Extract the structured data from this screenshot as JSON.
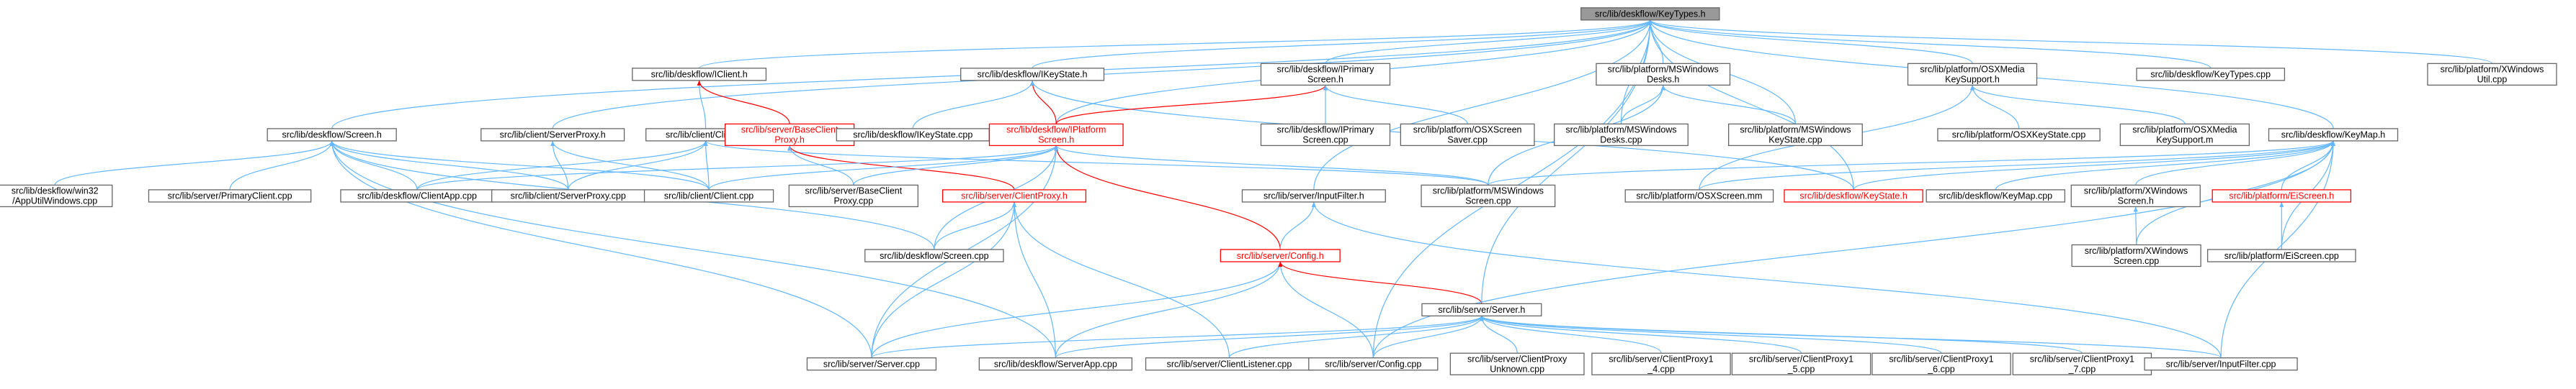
{
  "root": "k",
  "nodes": [
    {
      "id": "k",
      "lines": [
        "src/lib/deskflow/KeyTypes.h"
      ],
      "style": "root"
    },
    {
      "id": "scr",
      "lines": [
        "src/lib/deskflow/Screen.h"
      ],
      "style": "normal"
    },
    {
      "id": "icl",
      "lines": [
        "src/lib/deskflow/IClient.h"
      ],
      "style": "normal"
    },
    {
      "id": "iks",
      "lines": [
        "src/lib/deskflow/IKeyState.h"
      ],
      "style": "normal"
    },
    {
      "id": "ips",
      "lines": [
        "src/lib/deskflow/IPrimary",
        "Screen.h"
      ],
      "style": "normal"
    },
    {
      "id": "msd",
      "lines": [
        "src/lib/platform/MSWindows",
        "Desks.h"
      ],
      "style": "normal"
    },
    {
      "id": "osxm",
      "lines": [
        "src/lib/platform/OSXMedia",
        "KeySupport.h"
      ],
      "style": "normal"
    },
    {
      "id": "ktcpp",
      "lines": [
        "src/lib/deskflow/KeyTypes.cpp"
      ],
      "style": "normal"
    },
    {
      "id": "xwu",
      "lines": [
        "src/lib/platform/XWindows",
        "Util.cpp"
      ],
      "style": "normal"
    },
    {
      "id": "csp",
      "lines": [
        "src/lib/client/ServerProxy.h"
      ],
      "style": "normal"
    },
    {
      "id": "cch",
      "lines": [
        "src/lib/client/Client.h"
      ],
      "style": "normal"
    },
    {
      "id": "sbcp",
      "lines": [
        "src/lib/server/BaseClient",
        "Proxy.h"
      ],
      "style": "red"
    },
    {
      "id": "iksc",
      "lines": [
        "src/lib/deskflow/IKeyState.cpp"
      ],
      "style": "normal"
    },
    {
      "id": "ipl",
      "lines": [
        "src/lib/deskflow/IPlatform",
        "Screen.h"
      ],
      "style": "red"
    },
    {
      "id": "ipsc",
      "lines": [
        "src/lib/deskflow/IPrimary",
        "Screen.cpp"
      ],
      "style": "normal"
    },
    {
      "id": "osss",
      "lines": [
        "src/lib/platform/OSXScreen",
        "Saver.cpp"
      ],
      "style": "normal"
    },
    {
      "id": "msdc",
      "lines": [
        "src/lib/platform/MSWindows",
        "Desks.cpp"
      ],
      "style": "normal"
    },
    {
      "id": "mskc",
      "lines": [
        "src/lib/platform/MSWindows",
        "KeyState.cpp"
      ],
      "style": "normal"
    },
    {
      "id": "osxks",
      "lines": [
        "src/lib/platform/OSXKeyState.cpp"
      ],
      "style": "normal"
    },
    {
      "id": "osxmm",
      "lines": [
        "src/lib/platform/OSXMedia",
        "KeySupport.m"
      ],
      "style": "normal"
    },
    {
      "id": "kmh",
      "lines": [
        "src/lib/deskflow/KeyMap.h"
      ],
      "style": "normal"
    },
    {
      "id": "w32",
      "lines": [
        "src/lib/deskflow/win32",
        "/AppUtilWindows.cpp"
      ],
      "style": "normal"
    },
    {
      "id": "spc",
      "lines": [
        "src/lib/server/PrimaryClient.cpp"
      ],
      "style": "normal"
    },
    {
      "id": "cac",
      "lines": [
        "src/lib/deskflow/ClientApp.cpp"
      ],
      "style": "normal"
    },
    {
      "id": "cspc",
      "lines": [
        "src/lib/client/ServerProxy.cpp"
      ],
      "style": "normal"
    },
    {
      "id": "ccc",
      "lines": [
        "src/lib/client/Client.cpp"
      ],
      "style": "normal"
    },
    {
      "id": "sbcpc",
      "lines": [
        "src/lib/server/BaseClient",
        "Proxy.cpp"
      ],
      "style": "normal"
    },
    {
      "id": "scp",
      "lines": [
        "src/lib/server/ClientProxy.h"
      ],
      "style": "red"
    },
    {
      "id": "sif",
      "lines": [
        "src/lib/server/InputFilter.h"
      ],
      "style": "normal"
    },
    {
      "id": "mssc",
      "lines": [
        "src/lib/platform/MSWindows",
        "Screen.cpp"
      ],
      "style": "normal"
    },
    {
      "id": "osxs",
      "lines": [
        "src/lib/platform/OSXScreen.mm"
      ],
      "style": "normal"
    },
    {
      "id": "dks",
      "lines": [
        "src/lib/deskflow/KeyState.h"
      ],
      "style": "red"
    },
    {
      "id": "kmc",
      "lines": [
        "src/lib/deskflow/KeyMap.cpp"
      ],
      "style": "normal"
    },
    {
      "id": "xws",
      "lines": [
        "src/lib/platform/XWindows",
        "Screen.h"
      ],
      "style": "normal"
    },
    {
      "id": "eis",
      "lines": [
        "src/lib/platform/EiScreen.h"
      ],
      "style": "red"
    },
    {
      "id": "dsc",
      "lines": [
        "src/lib/deskflow/Screen.cpp"
      ],
      "style": "normal"
    },
    {
      "id": "cfg",
      "lines": [
        "src/lib/server/Config.h"
      ],
      "style": "red"
    },
    {
      "id": "xwsc",
      "lines": [
        "src/lib/platform/XWindows",
        "Screen.cpp"
      ],
      "style": "normal"
    },
    {
      "id": "eisc",
      "lines": [
        "src/lib/platform/EiScreen.cpp"
      ],
      "style": "normal"
    },
    {
      "id": "srv",
      "lines": [
        "src/lib/server/Server.h"
      ],
      "style": "normal"
    },
    {
      "id": "srvc",
      "lines": [
        "src/lib/server/Server.cpp"
      ],
      "style": "normal"
    },
    {
      "id": "sac",
      "lines": [
        "src/lib/deskflow/ServerApp.cpp"
      ],
      "style": "normal"
    },
    {
      "id": "slc",
      "lines": [
        "src/lib/server/ClientListener.cpp"
      ],
      "style": "normal"
    },
    {
      "id": "cfgc",
      "lines": [
        "src/lib/server/Config.cpp"
      ],
      "style": "normal"
    },
    {
      "id": "cpu",
      "lines": [
        "src/lib/server/ClientProxy",
        "Unknown.cpp"
      ],
      "style": "normal"
    },
    {
      "id": "cp14",
      "lines": [
        "src/lib/server/ClientProxy1",
        "_4.cpp"
      ],
      "style": "normal"
    },
    {
      "id": "cp15",
      "lines": [
        "src/lib/server/ClientProxy1",
        "_5.cpp"
      ],
      "style": "normal"
    },
    {
      "id": "cp16",
      "lines": [
        "src/lib/server/ClientProxy1",
        "_6.cpp"
      ],
      "style": "normal"
    },
    {
      "id": "cp17",
      "lines": [
        "src/lib/server/ClientProxy1",
        "_7.cpp"
      ],
      "style": "normal"
    },
    {
      "id": "sifc",
      "lines": [
        "src/lib/server/InputFilter.cpp"
      ],
      "style": "normal"
    }
  ],
  "edges": [
    [
      "scr",
      "k"
    ],
    [
      "icl",
      "k"
    ],
    [
      "iks",
      "k"
    ],
    [
      "ips",
      "k"
    ],
    [
      "msd",
      "k"
    ],
    [
      "osxm",
      "k"
    ],
    [
      "ktcpp",
      "k"
    ],
    [
      "xwu",
      "k"
    ],
    [
      "kmh",
      "k"
    ],
    [
      "ipl",
      "k"
    ],
    [
      "dks",
      "k"
    ],
    [
      "srv",
      "k"
    ],
    [
      "cfgc",
      "k"
    ],
    [
      "msdc",
      "k"
    ],
    [
      "mskc",
      "k"
    ],
    [
      "csp",
      "k"
    ],
    [
      "sif",
      "k"
    ],
    [
      "w32",
      "scr"
    ],
    [
      "spc",
      "scr"
    ],
    [
      "cac",
      "scr"
    ],
    [
      "cspc",
      "scr"
    ],
    [
      "ccc",
      "scr"
    ],
    [
      "dsc",
      "scr"
    ],
    [
      "srvc",
      "scr"
    ],
    [
      "sac",
      "scr"
    ],
    [
      "cch",
      "icl"
    ],
    [
      "sbcp",
      "icl"
    ],
    [
      "iksc",
      "iks"
    ],
    [
      "ipl",
      "iks"
    ],
    [
      "dks",
      "iks"
    ],
    [
      "ipl",
      "ips"
    ],
    [
      "ipsc",
      "ips"
    ],
    [
      "osss",
      "ips"
    ],
    [
      "msdc",
      "msd"
    ],
    [
      "mskc",
      "msd"
    ],
    [
      "mssc",
      "msd"
    ],
    [
      "osxks",
      "osxm"
    ],
    [
      "osxmm",
      "osxm"
    ],
    [
      "osxs",
      "osxm"
    ],
    [
      "cspc",
      "csp"
    ],
    [
      "ccc",
      "csp"
    ],
    [
      "cac",
      "cch"
    ],
    [
      "cspc",
      "cch"
    ],
    [
      "ccc",
      "cch"
    ],
    [
      "mssc",
      "cch"
    ],
    [
      "scp",
      "sbcp"
    ],
    [
      "sbcpc",
      "sbcp"
    ],
    [
      "cac",
      "ipl"
    ],
    [
      "ccc",
      "ipl"
    ],
    [
      "sbcpc",
      "ipl"
    ],
    [
      "mssc",
      "ipl"
    ],
    [
      "dsc",
      "ipl"
    ],
    [
      "cfg",
      "ipl"
    ],
    [
      "srvc",
      "ipl"
    ],
    [
      "dsc",
      "scp"
    ],
    [
      "sac",
      "scp"
    ],
    [
      "slc",
      "scp"
    ],
    [
      "srvc",
      "scp"
    ],
    [
      "cfg",
      "sif"
    ],
    [
      "sifc",
      "sif"
    ],
    [
      "srvc",
      "cfg"
    ],
    [
      "sac",
      "cfg"
    ],
    [
      "cfgc",
      "cfg"
    ],
    [
      "srv",
      "cfg"
    ],
    [
      "mssc",
      "kmh"
    ],
    [
      "osxs",
      "kmh"
    ],
    [
      "dks",
      "kmh"
    ],
    [
      "kmc",
      "kmh"
    ],
    [
      "xws",
      "kmh"
    ],
    [
      "eis",
      "kmh"
    ],
    [
      "xwsc",
      "kmh"
    ],
    [
      "eisc",
      "kmh"
    ],
    [
      "cfgc",
      "kmh"
    ],
    [
      "sifc",
      "kmh"
    ],
    [
      "xwsc",
      "xws"
    ],
    [
      "eisc",
      "eis"
    ],
    [
      "srvc",
      "srv"
    ],
    [
      "sac",
      "srv"
    ],
    [
      "slc",
      "srv"
    ],
    [
      "cfgc",
      "srv"
    ],
    [
      "cpu",
      "srv"
    ],
    [
      "cp14",
      "srv"
    ],
    [
      "cp15",
      "srv"
    ],
    [
      "cp16",
      "srv"
    ],
    [
      "cp17",
      "srv"
    ],
    [
      "sifc",
      "srv"
    ]
  ],
  "red_edges": [
    [
      "cfg",
      "ipl"
    ],
    [
      "scp",
      "sbcp"
    ],
    [
      "sbcp",
      "icl"
    ],
    [
      "ipl",
      "iks"
    ],
    [
      "ipl",
      "ips"
    ],
    [
      "srv",
      "cfg"
    ]
  ]
}
